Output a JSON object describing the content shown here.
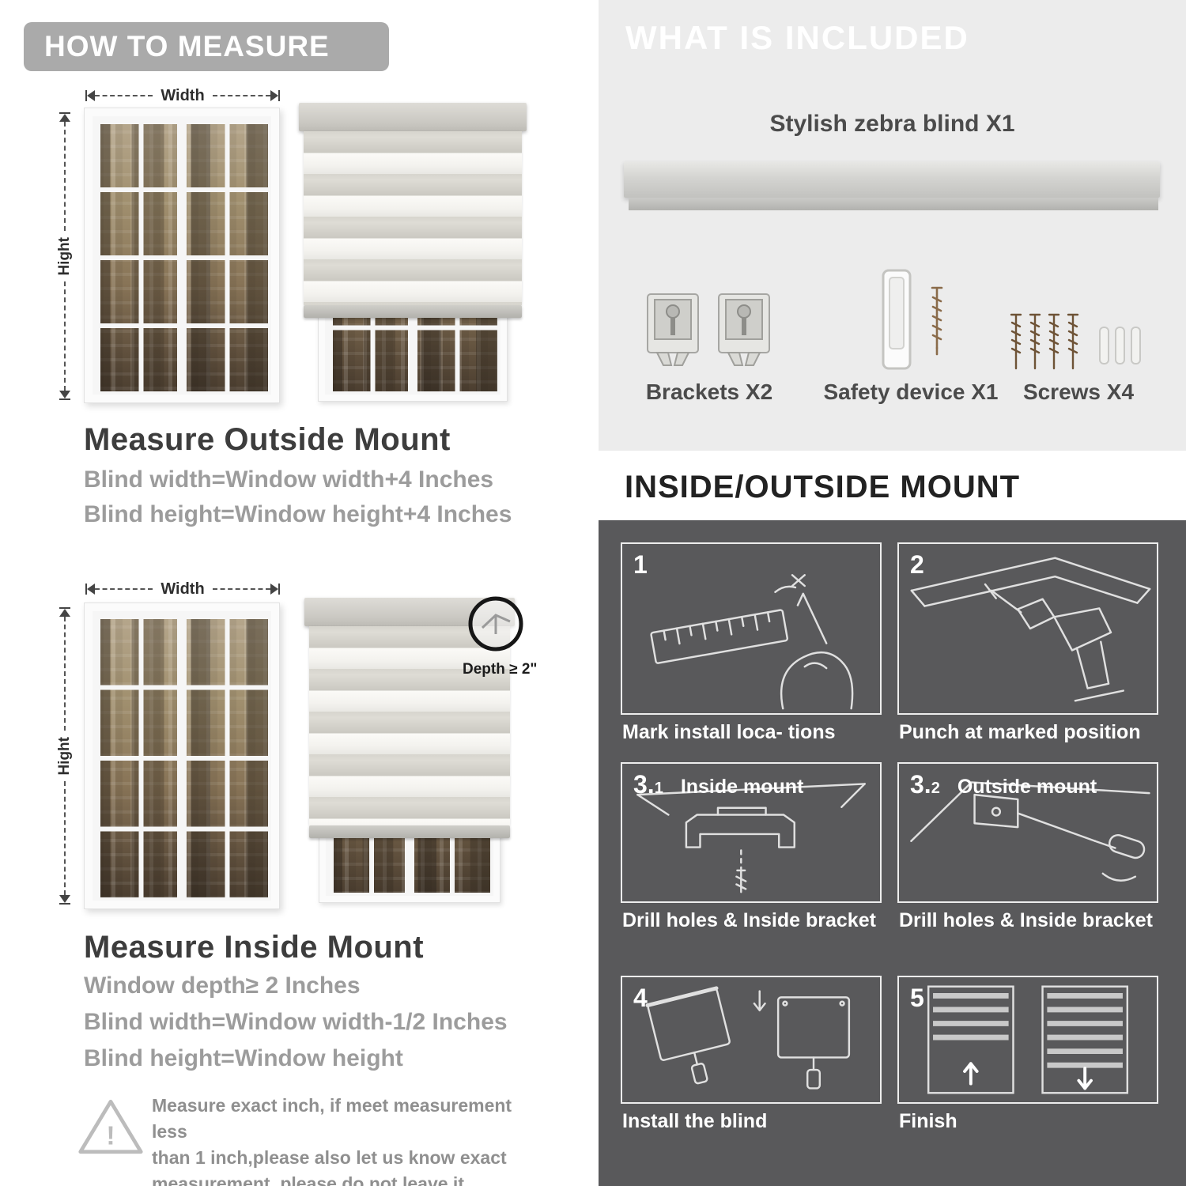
{
  "left": {
    "title": "HOW TO MEASURE",
    "outside": {
      "width_label": "Width",
      "height_label": "Hight",
      "heading": "Measure Outside Mount",
      "line1": "Blind width=Window width+4 Inches",
      "line2": "Blind height=Window height+4 Inches"
    },
    "inside": {
      "width_label": "Width",
      "height_label": "Hight",
      "depth_label": "Depth ≥ 2\"",
      "heading": "Measure Inside Mount",
      "line1": "Window depth≥ 2 Inches",
      "line2": "Blind width=Window width-1/2 Inches",
      "line3": "Blind height=Window height"
    },
    "note": {
      "icon": "warning-triangle-icon",
      "line1": "Measure exact inch, if meet measurement less",
      "line2": "than 1 inch,please also let us know exact",
      "line3": "measurement, please do not leave it"
    }
  },
  "right": {
    "included": {
      "title": "WHAT IS INCLUDED",
      "product_label": "Stylish zebra blind X1",
      "items": [
        {
          "icon": "brackets-icon",
          "label": "Brackets X2"
        },
        {
          "icon": "safety-device-icon",
          "label": "Safety device X1"
        },
        {
          "icon": "screws-icon",
          "label": "Screws X4"
        }
      ]
    },
    "mount": {
      "title": "INSIDE/OUTSIDE MOUNT",
      "steps": [
        {
          "num": "1",
          "sub": "",
          "tag": "",
          "caption": "Mark install loca- tions"
        },
        {
          "num": "2",
          "sub": "",
          "tag": "",
          "caption": "Punch at  marked position"
        },
        {
          "num": "3.",
          "sub": "1",
          "tag": "Inside mount",
          "caption": "Drill holes &  Inside bracket"
        },
        {
          "num": "3.",
          "sub": "2",
          "tag": "Outside mount",
          "caption": "Drill holes &  Inside bracket"
        },
        {
          "num": "4",
          "sub": "",
          "tag": "",
          "caption": "Install the blind"
        },
        {
          "num": "5",
          "sub": "",
          "tag": "",
          "caption": "Finish"
        }
      ]
    }
  },
  "colors": {
    "pill_gray": "#aaaaaa",
    "light_panel": "#ececec",
    "dark_panel": "#59595b",
    "heading_dark": "#3d3d3d",
    "body_gray": "#9c9c9c"
  }
}
